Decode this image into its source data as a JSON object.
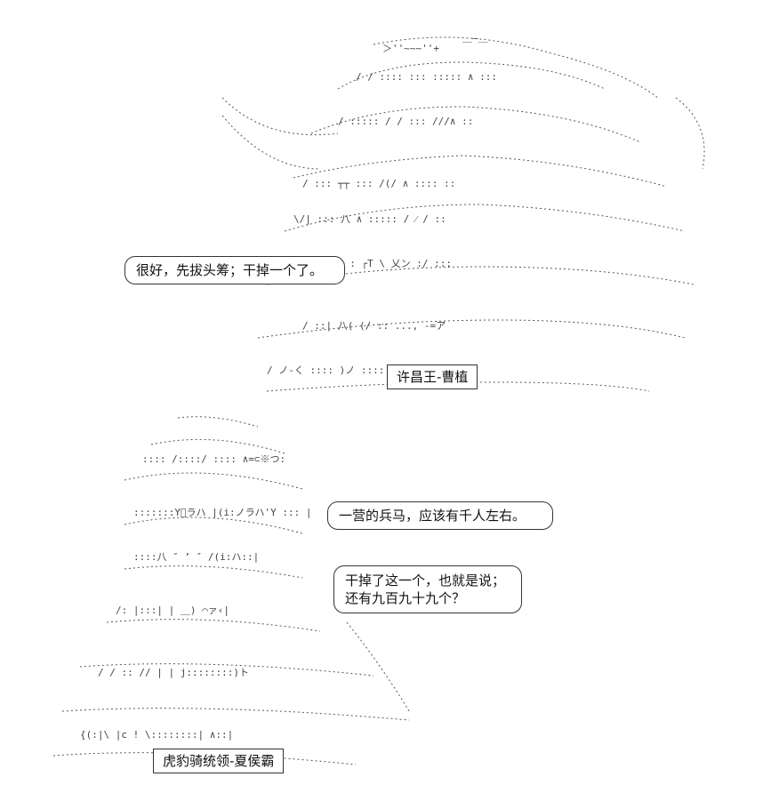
{
  "panel_top": {
    "speech": "很好，先拔头筹；干掉一个了。",
    "caption": "许昌王-曹植"
  },
  "panel_bottom": {
    "speech_1": "一营的兵马，应该有千人左右。",
    "speech_2_line_1": "干掉了这一个，也就是说；",
    "speech_2_line_2": "还有九百九十九个？",
    "caption": "虎豹骑统领-夏侯霸"
  }
}
